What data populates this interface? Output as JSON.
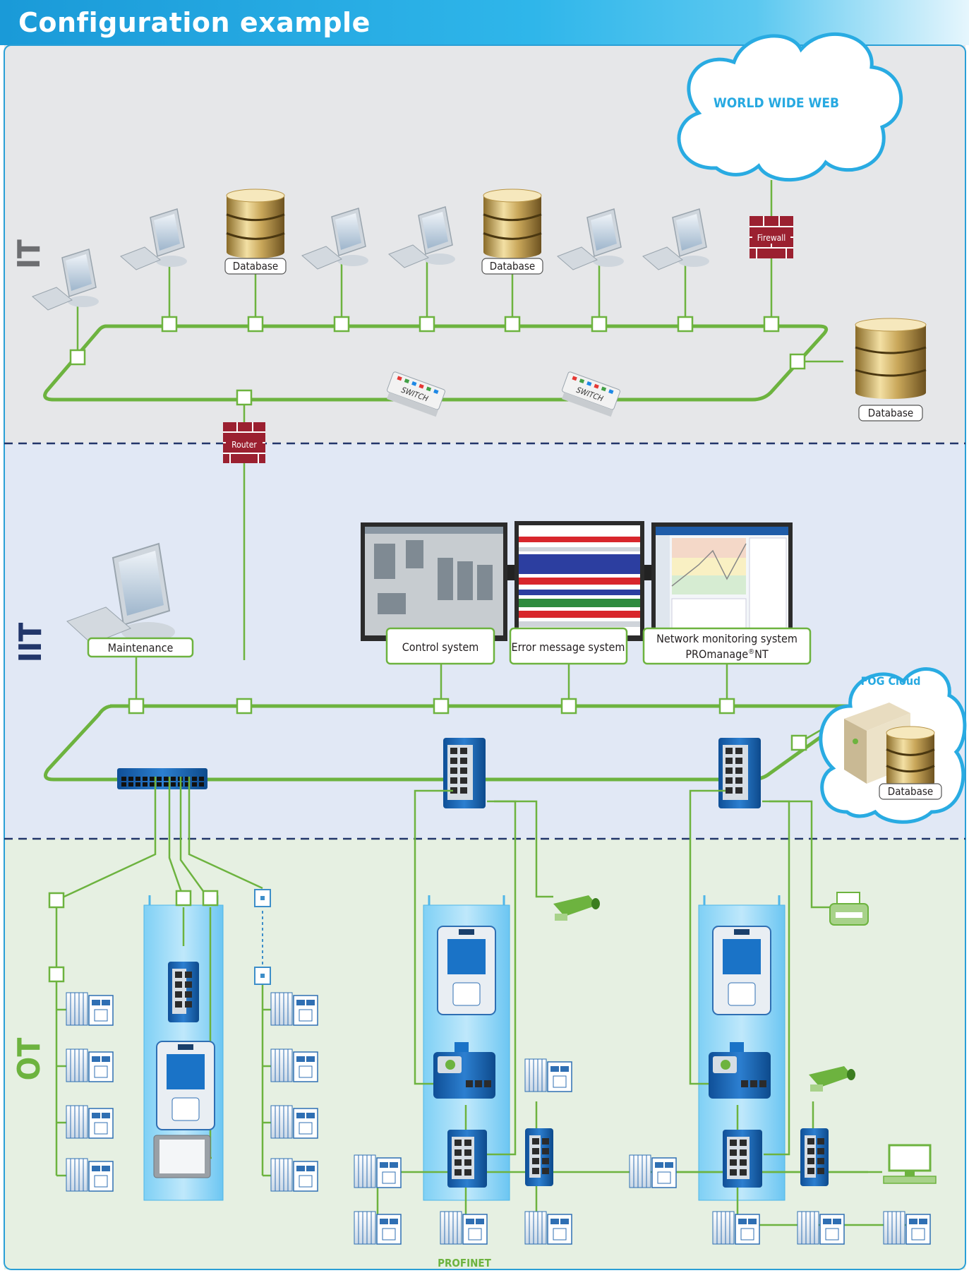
{
  "header": {
    "title": "Configuration example"
  },
  "zones": {
    "it": "IT",
    "iit": "IIT",
    "ot": "OT"
  },
  "cloud": {
    "www": "WORLD WIDE WEB",
    "fog": "FOG Cloud"
  },
  "labels": {
    "firewall": "Firewall",
    "router": "Router",
    "switch": "SWITCH",
    "database": "Database",
    "maintenance": "Maintenance",
    "control_system": "Control system",
    "error_message_system": "Error message system",
    "network_monitoring_line1": "Network monitoring system",
    "network_monitoring_line2": "PROmanage",
    "network_monitoring_reg": "®",
    "network_monitoring_line2_suffix": "NT",
    "profinet": "PROFINET"
  },
  "colors": {
    "header": "#1a9ad8",
    "it_band": "#e6e7e9",
    "iit_band": "#e1e8f5",
    "ot_band": "#e6f0e2",
    "network_line": "#6db33f",
    "firewall": "#9b2030",
    "zone_it": "#6d6e71",
    "zone_iit": "#22366a",
    "zone_ot": "#6db33f",
    "cloud_text": "#27a9e1",
    "profinet": "#6db33f"
  }
}
